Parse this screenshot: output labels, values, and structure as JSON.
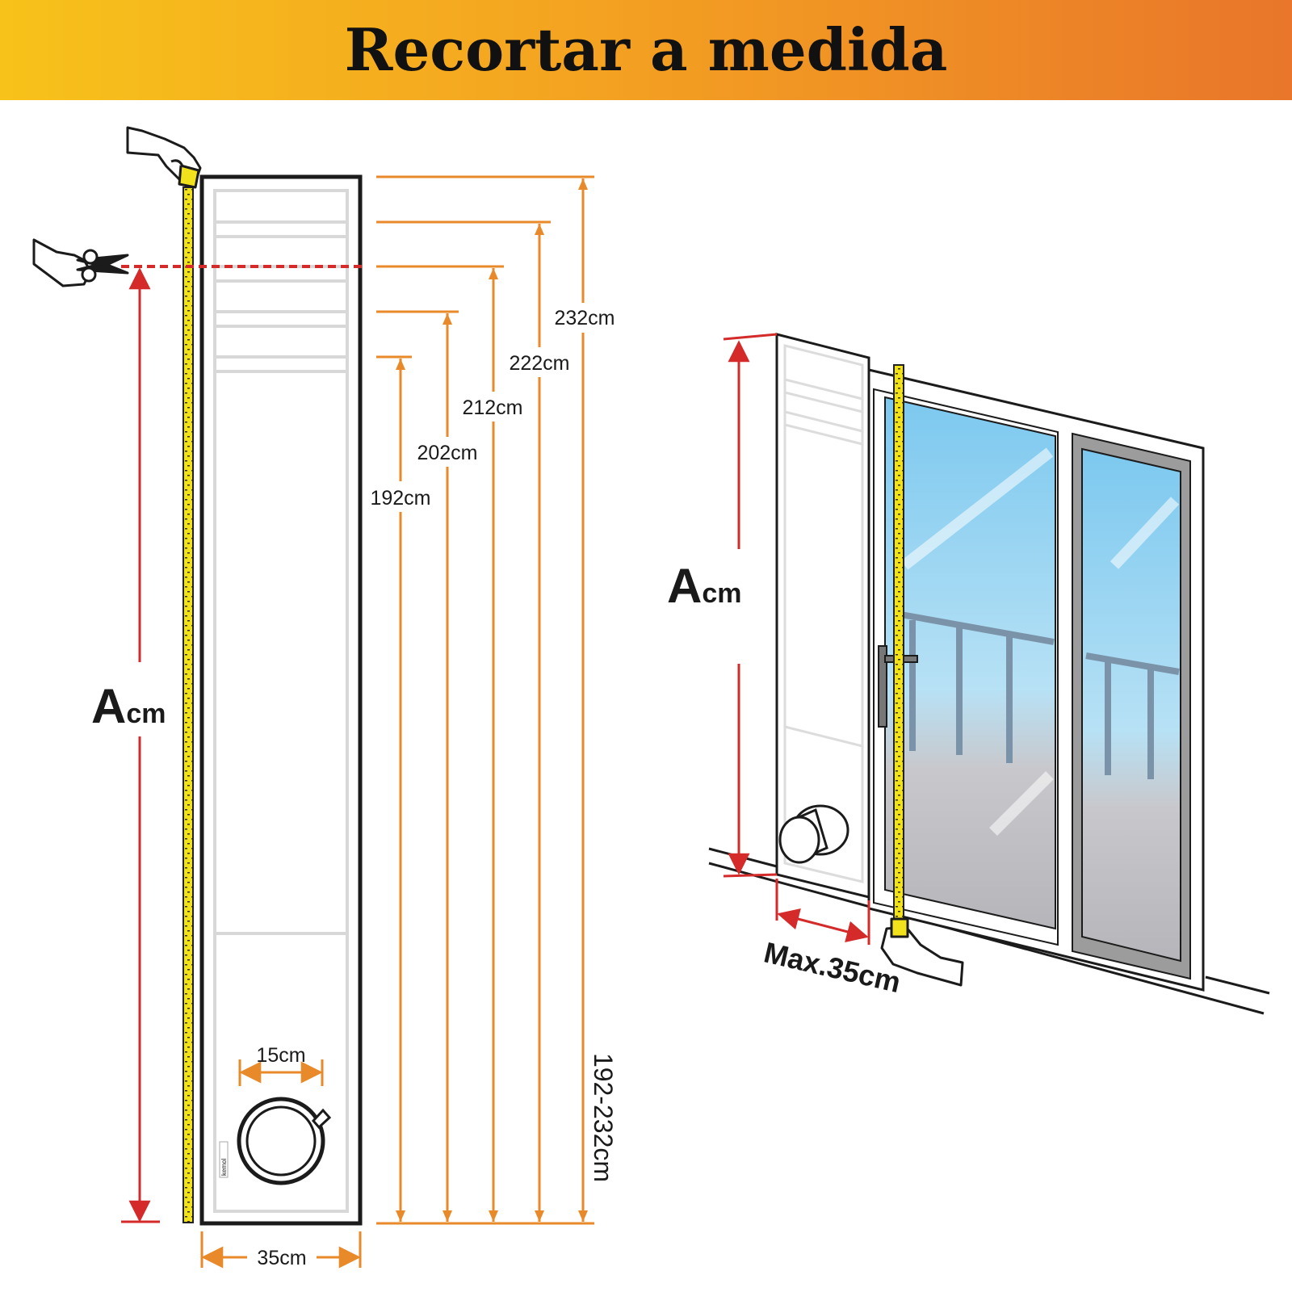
{
  "title": "Recortar a medida",
  "colors": {
    "banner_start": "#f7c21a",
    "banner_end": "#e9762a",
    "dimension_orange": "#e8892a",
    "measure_red": "#d42a2a",
    "tape_yellow": "#f2e21c",
    "glass_blue": "#8fd0f0"
  },
  "left_panel": {
    "height_options": [
      "232cm",
      "222cm",
      "212cm",
      "202cm",
      "192cm"
    ],
    "total_range": "192-232cm",
    "width": "35cm",
    "hole_diameter": "15cm",
    "cut_height_big": "A",
    "cut_height_small": "cm",
    "brand_mark": "kemol"
  },
  "right_scene": {
    "height_big": "A",
    "height_small": "cm",
    "max_width": "Max.35cm"
  },
  "icons": [
    "hand-holding-tape-icon",
    "hand-with-scissors-icon",
    "hand-holding-tape-bottom-icon",
    "exhaust-hose-adapter-icon"
  ]
}
